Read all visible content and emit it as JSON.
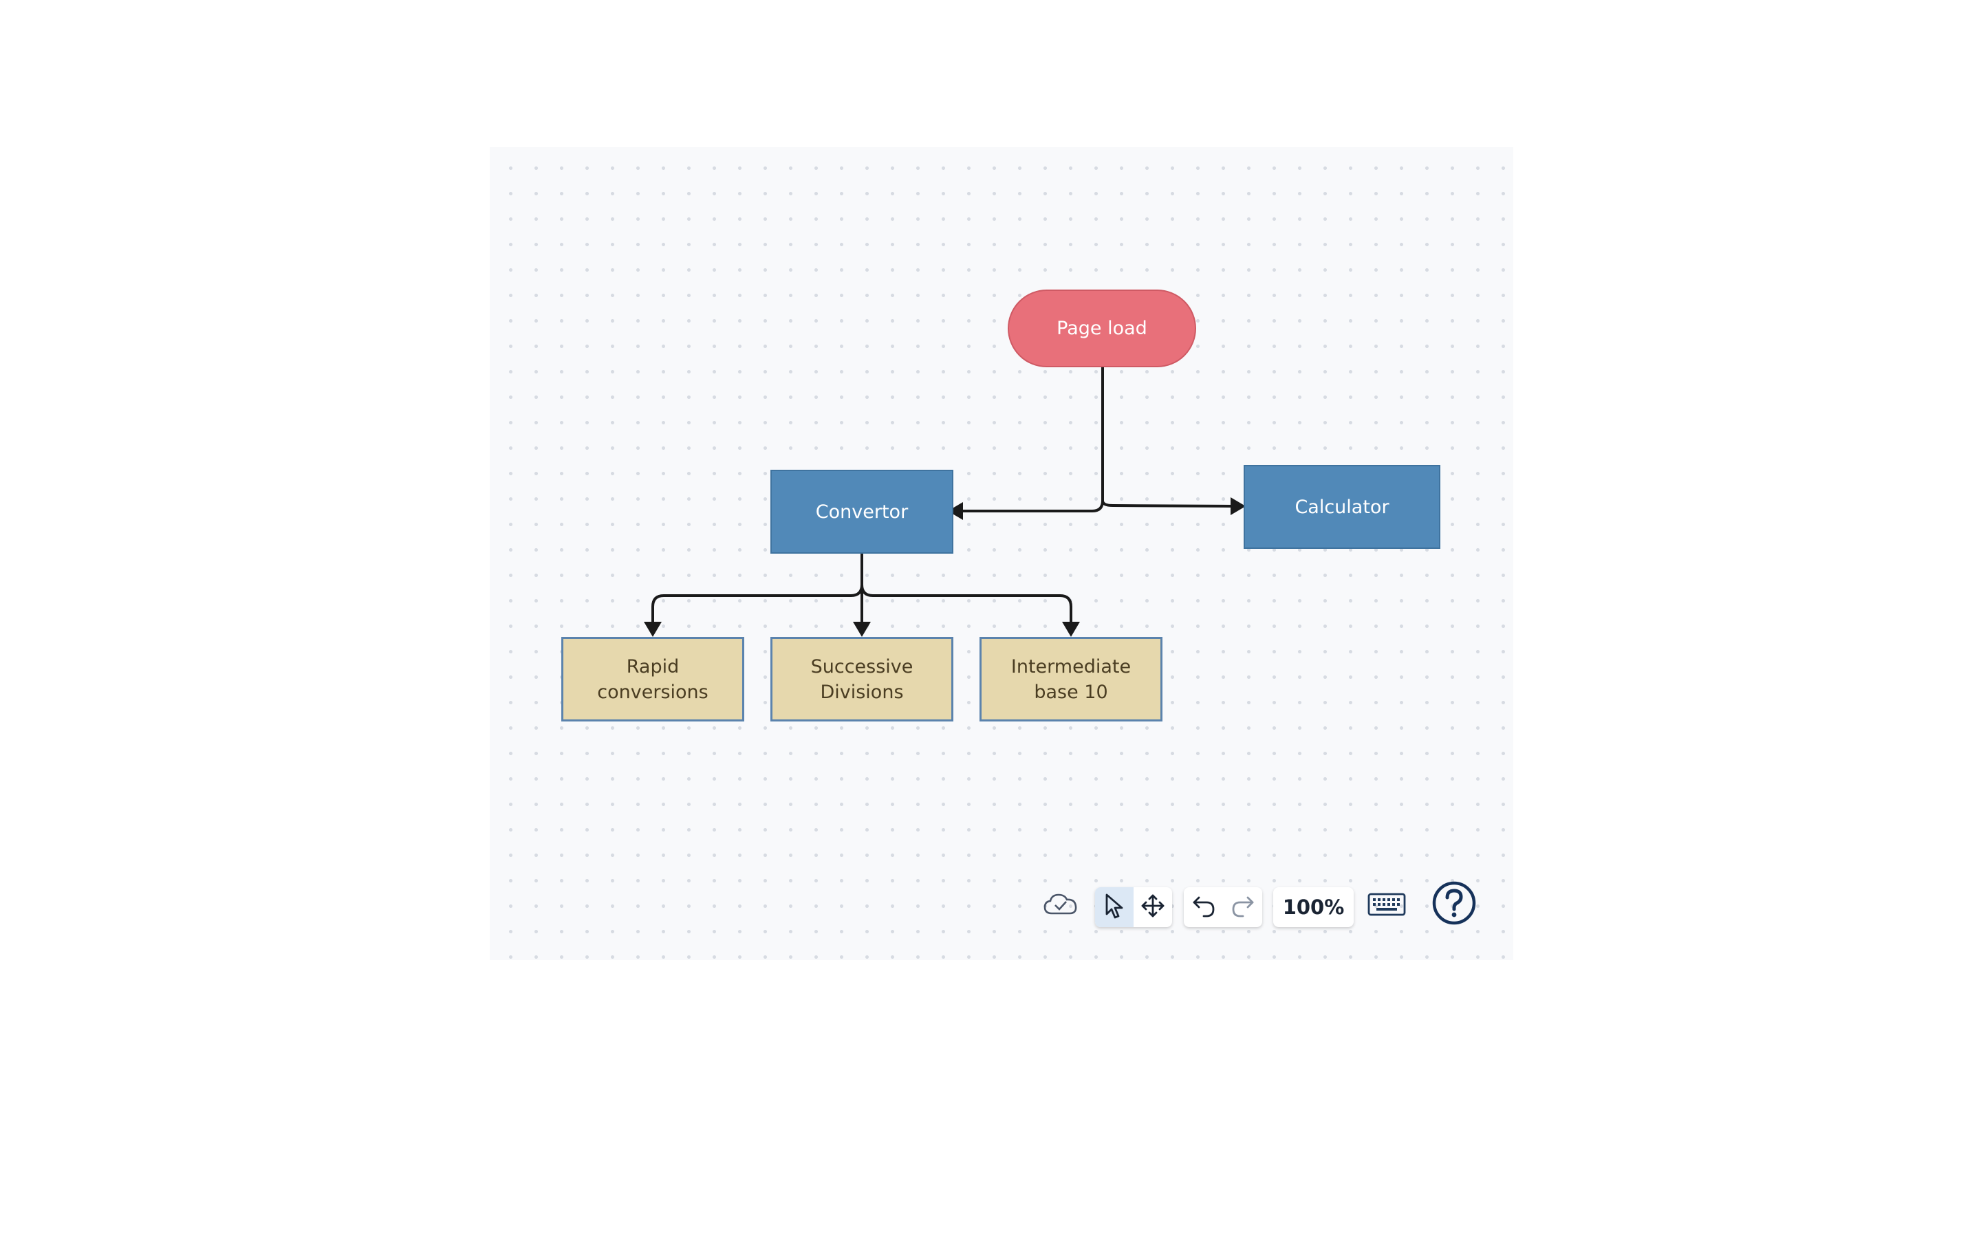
{
  "diagram": {
    "nodes": [
      {
        "id": "page-load",
        "label": "Page load",
        "shape": "terminal"
      },
      {
        "id": "convertor",
        "label": "Convertor",
        "shape": "process"
      },
      {
        "id": "calculator",
        "label": "Calculator",
        "shape": "process"
      },
      {
        "id": "rapid",
        "label": "Rapid\nconversions",
        "shape": "leaf"
      },
      {
        "id": "successive",
        "label": "Successive\nDivisions",
        "shape": "leaf"
      },
      {
        "id": "intermediate",
        "label": "Intermediate\nbase 10",
        "shape": "leaf"
      }
    ],
    "edges": [
      {
        "from": "page-load",
        "to": "convertor"
      },
      {
        "from": "page-load",
        "to": "calculator"
      },
      {
        "from": "convertor",
        "to": "rapid"
      },
      {
        "from": "convertor",
        "to": "successive"
      },
      {
        "from": "convertor",
        "to": "intermediate"
      }
    ]
  },
  "toolbar": {
    "zoom_label": "100%",
    "icons": [
      "cloud-saved-icon",
      "pointer-icon",
      "pan-move-icon",
      "undo-icon",
      "redo-icon",
      "keyboard-icon",
      "help-icon"
    ]
  },
  "colors": {
    "terminal_fill": "#e8707a",
    "process_fill": "#5189b8",
    "leaf_fill": "#e6d8ad",
    "canvas_bg": "#f8f9fb",
    "edge": "#1a1a1a"
  }
}
